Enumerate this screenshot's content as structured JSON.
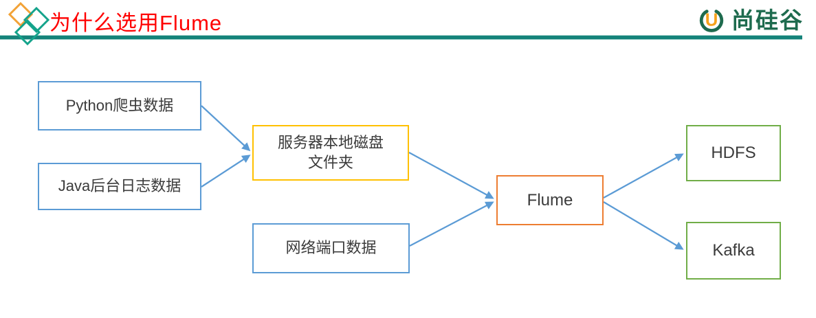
{
  "slide": {
    "title": "为什么选用Flume",
    "title_color": "#FF0000",
    "divider_color": "#15837A",
    "logo": {
      "orange": "#F2A236",
      "teal": "#14A38B"
    },
    "brand": {
      "name": "尚硅谷",
      "green": "#1E6B4E",
      "orange": "#F7A21B",
      "u_glyph": "U"
    }
  },
  "diagram": {
    "arrow_color": "#5B9BD5",
    "text_color": "#3b3b3b",
    "nodes": [
      {
        "id": "python-data",
        "label": "Python爬虫数据",
        "border_color": "#5B9BD5"
      },
      {
        "id": "java-log-data",
        "label": "Java后台日志数据",
        "border_color": "#5B9BD5"
      },
      {
        "id": "local-disk-folder",
        "label": "服务器本地磁盘\n文件夹",
        "border_color": "#FFC000"
      },
      {
        "id": "network-port-data",
        "label": "网络端口数据",
        "border_color": "#5B9BD5"
      },
      {
        "id": "flume",
        "label": "Flume",
        "border_color": "#ED7D31"
      },
      {
        "id": "hdfs",
        "label": "HDFS",
        "border_color": "#70AD47"
      },
      {
        "id": "kafka",
        "label": "Kafka",
        "border_color": "#70AD47"
      }
    ],
    "edges": [
      {
        "from": "python-data",
        "to": "local-disk-folder"
      },
      {
        "from": "java-log-data",
        "to": "local-disk-folder"
      },
      {
        "from": "local-disk-folder",
        "to": "flume"
      },
      {
        "from": "network-port-data",
        "to": "flume"
      },
      {
        "from": "flume",
        "to": "hdfs"
      },
      {
        "from": "flume",
        "to": "kafka"
      }
    ]
  }
}
